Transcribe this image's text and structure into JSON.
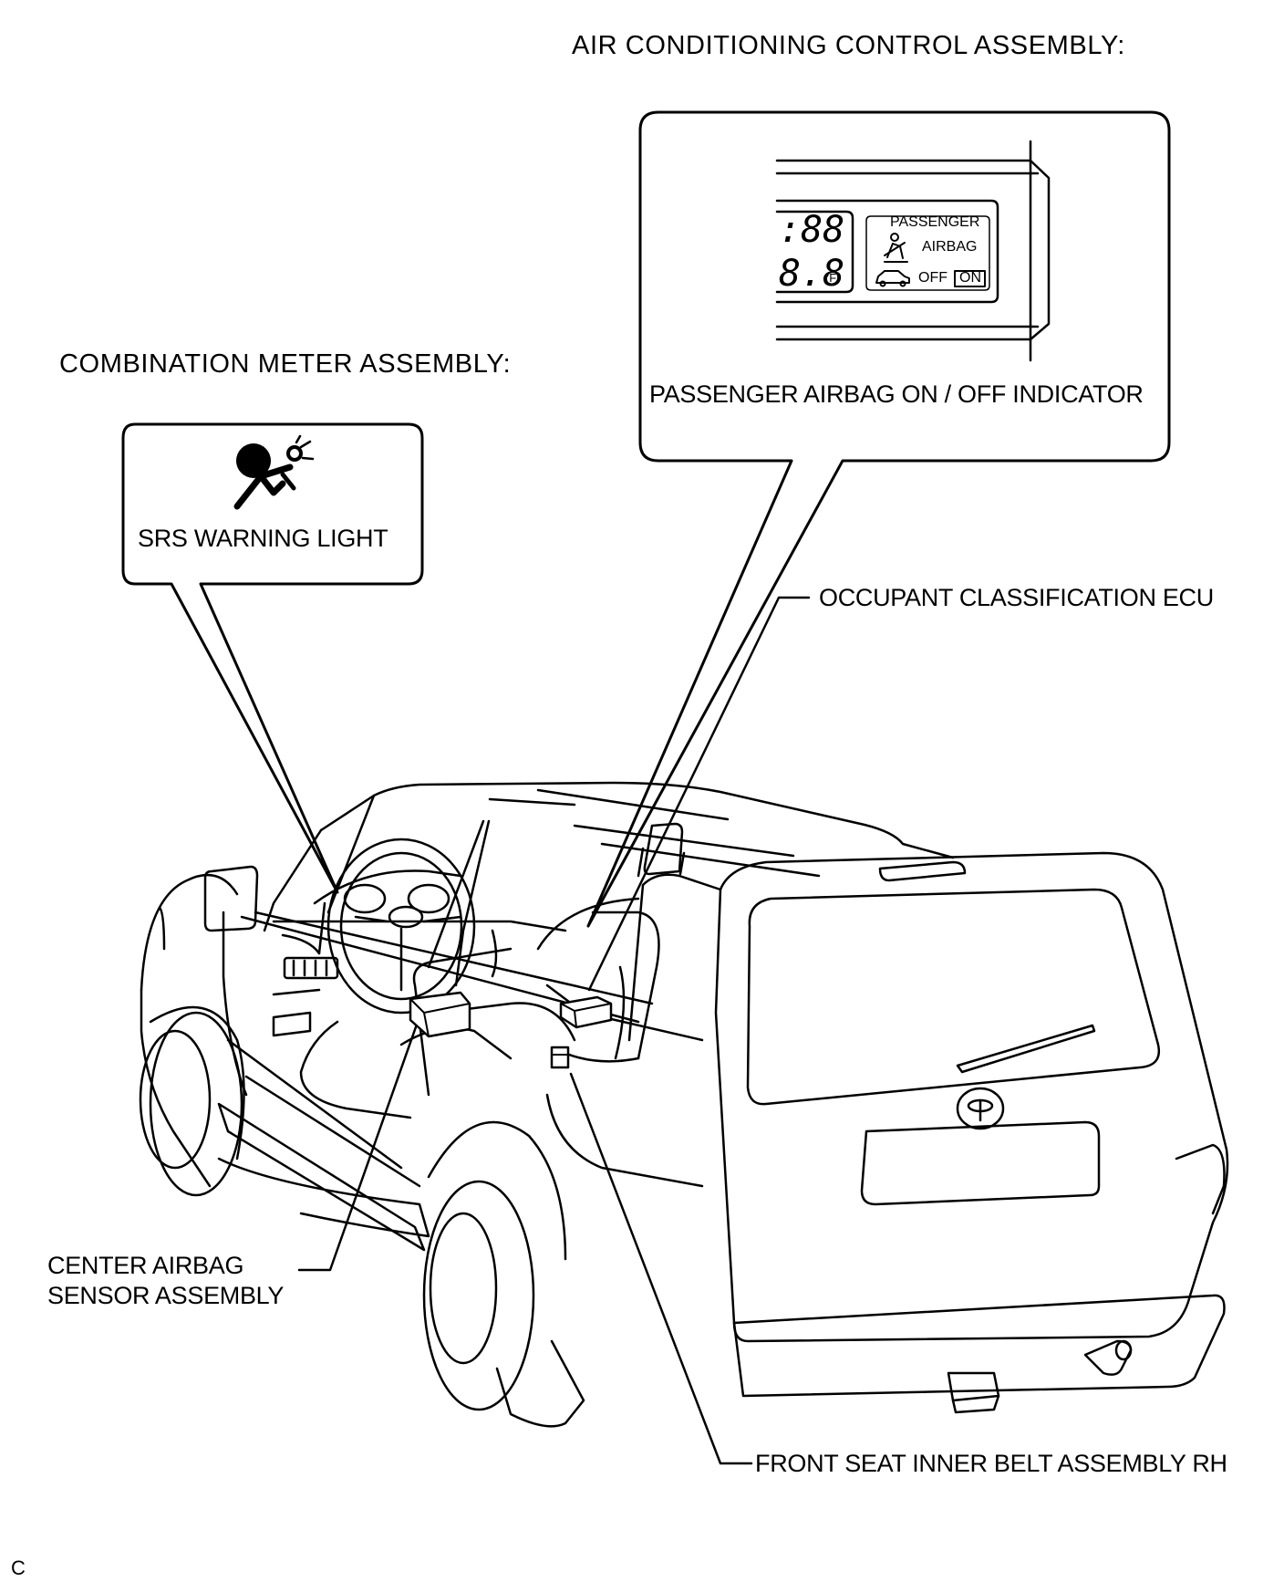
{
  "headings": {
    "ac_control": "AIR CONDITIONING CONTROL ASSEMBLY:",
    "combination_meter": "COMBINATION METER ASSEMBLY:"
  },
  "callouts": {
    "srs_warning_light": "SRS WARNING LIGHT",
    "passenger_indicator": "PASSENGER AIRBAG ON / OFF INDICATOR",
    "occupant_ecu": "OCCUPANT CLASSIFICATION ECU",
    "center_airbag_line1": "CENTER AIRBAG",
    "center_airbag_line2": "SENSOR ASSEMBLY",
    "front_seat_belt": "FRONT SEAT INNER BELT ASSEMBLY RH"
  },
  "display": {
    "clock": ":88",
    "temp": "8.8",
    "temp_unit": "°F",
    "indicator_line1": "PASSENGER",
    "indicator_line2": "AIRBAG",
    "off": "OFF",
    "on": "ON"
  },
  "icons": [
    "airbag-warning-icon",
    "seatbelt-icon",
    "car-icon"
  ],
  "corner_code": "C"
}
